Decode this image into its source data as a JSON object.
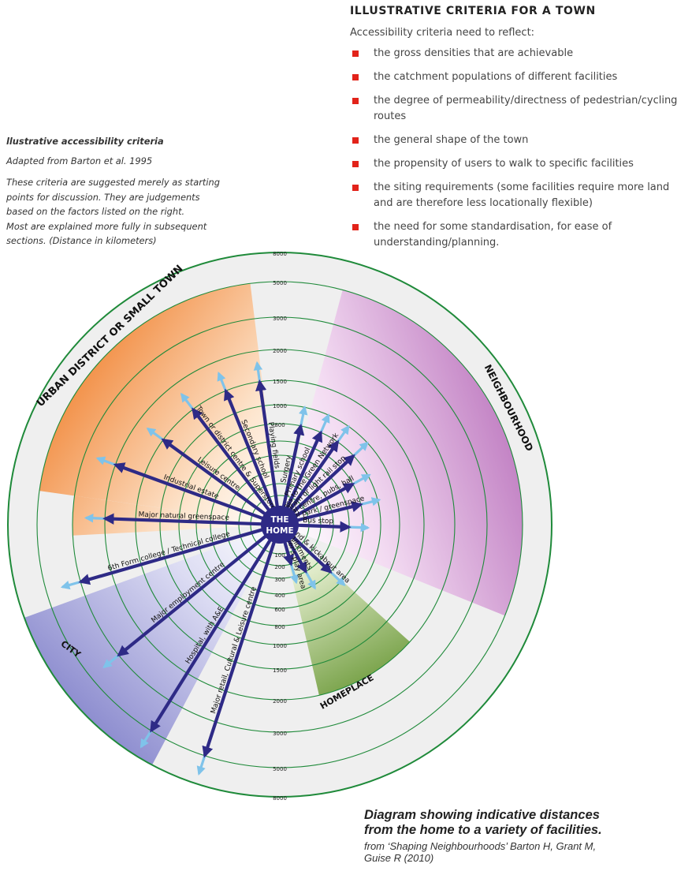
{
  "criteria": {
    "title": "ILLUSTRATIVE CRITERIA FOR A TOWN",
    "intro": "Accessibility criteria need to reflect:",
    "items": [
      "the gross densities that are achievable",
      "the catchment populations of different facilities",
      "the degree of permeability/directness of pedestrian/cycling routes",
      "the general shape of the town",
      "the propensity of users to walk to specific facilities",
      "the siting requirements (some facilities require more land and are therefore less locationally flexible)",
      "the need for some standardisation, for ease of understanding/planning."
    ],
    "bullet_color": "#e2231a"
  },
  "access_note": {
    "heading": "llustrative accessibility criteria",
    "source": "Adapted from Barton et al. 1995",
    "body_lines": [
      "These criteria are suggested merely as starting",
      "points for discussion. They are judgements",
      "based on the factors listed on the right.",
      "Most are explained more fully in subsequent",
      "sections. (Distance in kilometers)"
    ]
  },
  "diagram": {
    "center_label": [
      "THE",
      "HOME"
    ],
    "zones": [
      {
        "name": "URBAN DISTRICT OR SMALL TOWN",
        "color": "#f08a3c"
      },
      {
        "name": "NEIGHBOURHOOD",
        "color": "#c98fcb"
      },
      {
        "name": "CITY",
        "color": "#8f8fd0"
      },
      {
        "name": "HOMEPLACE",
        "color": "#7ba54a"
      }
    ],
    "ring_distances": [
      "100",
      "200",
      "300",
      "400",
      "600",
      "800",
      "1000",
      "1500",
      "2000",
      "3000",
      "5000",
      "8000"
    ],
    "facilities": [
      {
        "label": "Toddler's play area",
        "distance": 200
      },
      {
        "label": "Allotments",
        "distance": 300
      },
      {
        "label": "Playground & kickabout area",
        "distance": 400
      },
      {
        "label": "Bus stop",
        "distance": 400
      },
      {
        "label": "Local park / greenspace",
        "distance": 600
      },
      {
        "label": "Local centre, pubs, hall",
        "distance": 600
      },
      {
        "label": "Tram or light rail stop",
        "distance": 800
      },
      {
        "label": "Access to the Green Network",
        "distance": 800
      },
      {
        "label": "Primary school",
        "distance": 800
      },
      {
        "label": "Surgery",
        "distance": 800
      },
      {
        "label": "Playing fields",
        "distance": 1500
      },
      {
        "label": "Secondary school",
        "distance": 1500
      },
      {
        "label": "Town or district centre & Superstore",
        "distance": 1500
      },
      {
        "label": "Leisure centre",
        "distance": 1500
      },
      {
        "label": "Industrial estate",
        "distance": 2000
      },
      {
        "label": "Major natural greenspace",
        "distance": 2000
      },
      {
        "label": "6th Form college / Technical college",
        "distance": 3000
      },
      {
        "label": "Major employment centre",
        "distance": 3000
      },
      {
        "label": "Hospital, with A&E",
        "distance": 5000
      },
      {
        "label": "Major retail, Cultural & Leisure centre",
        "distance": 5000
      }
    ]
  },
  "caption": {
    "line1": "Diagram showing indicative distances",
    "line2": "from the home to a variety of facilities.",
    "source_line1": "from ‘Shaping Neighbourhoods’ Barton H, Grant M,",
    "source_line2": "Guise R (2010)"
  }
}
